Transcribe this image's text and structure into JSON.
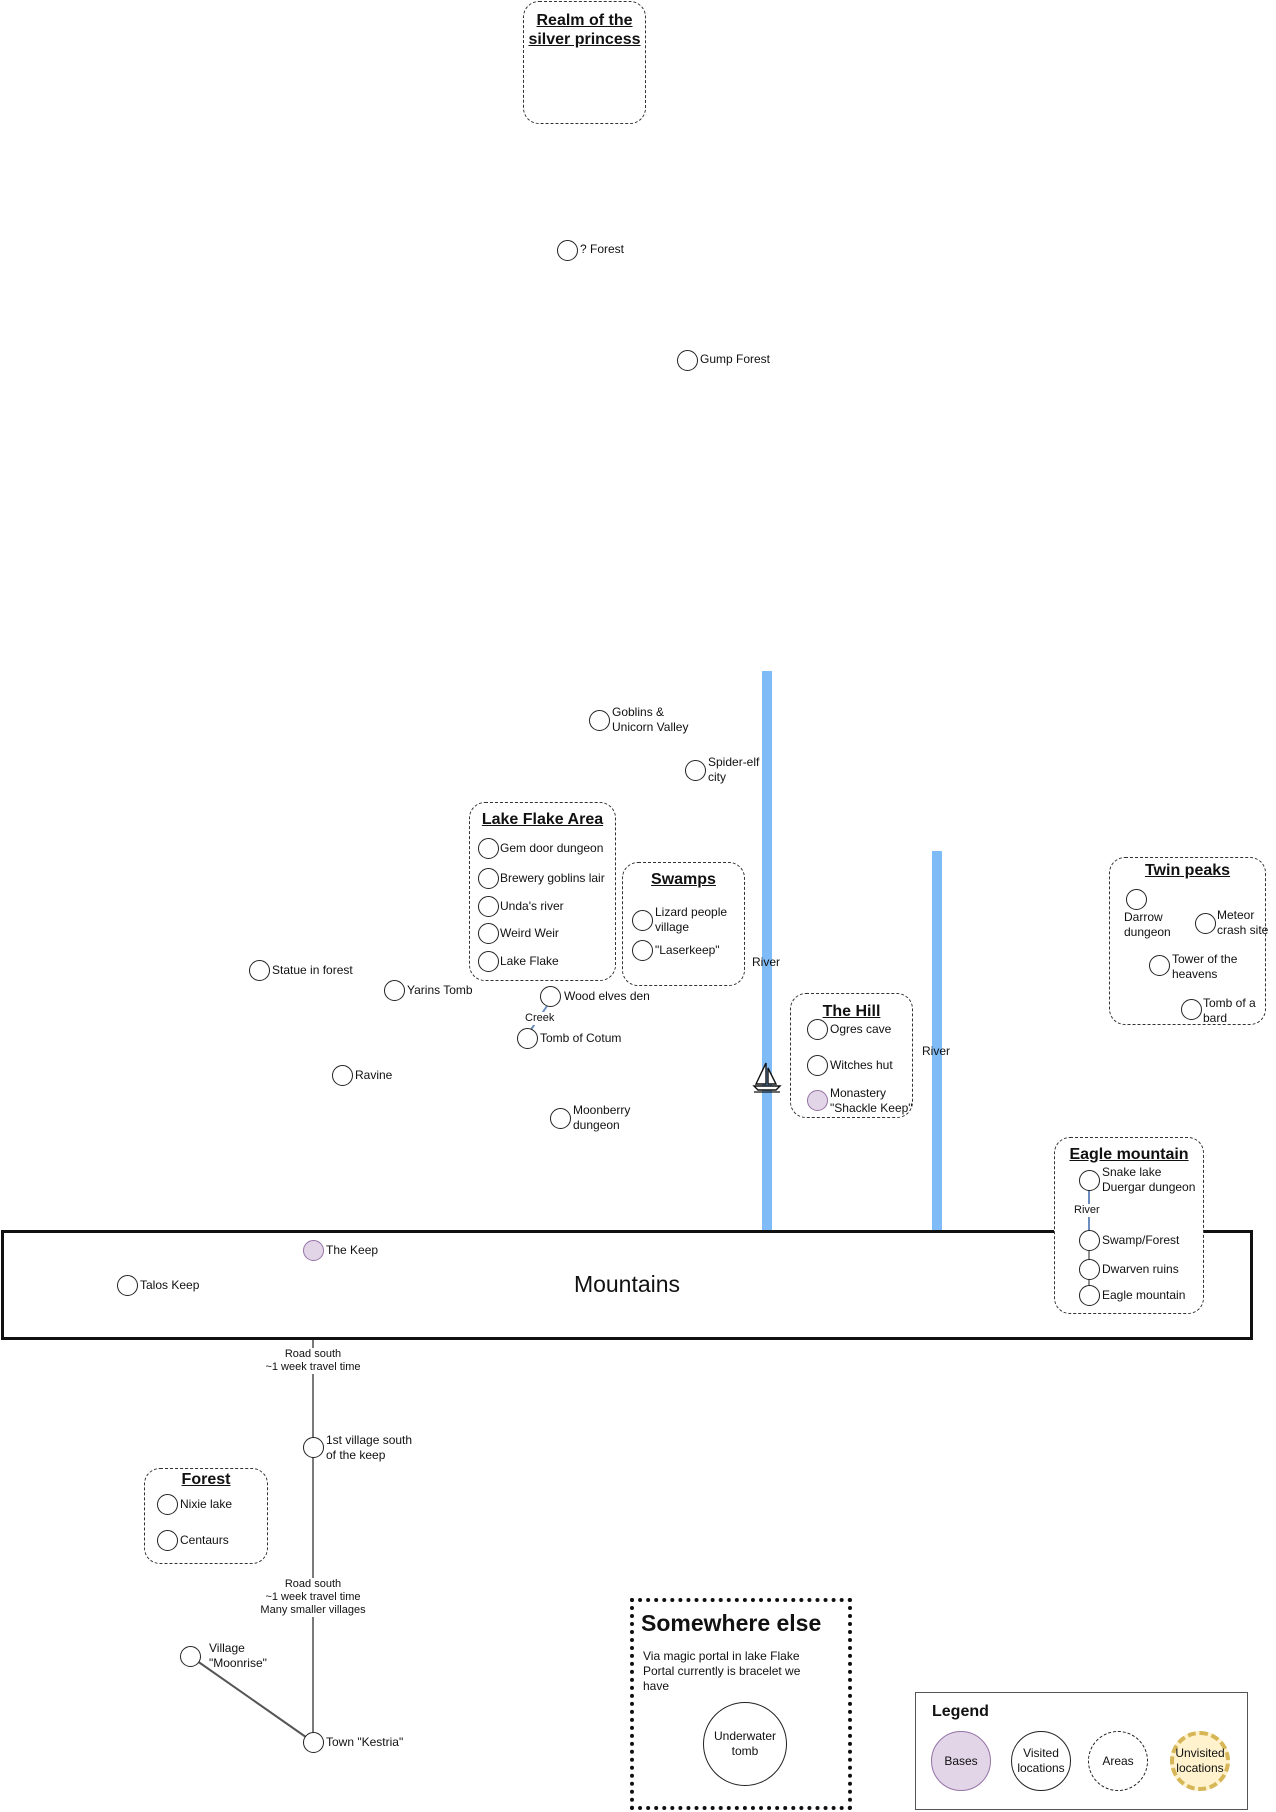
{
  "areas": {
    "realm": "Realm of the silver princess",
    "lake_flake": "Lake Flake Area",
    "swamps": "Swamps",
    "the_hill": "The Hill",
    "twin_peaks": "Twin peaks",
    "eagle_mountain": "Eagle mountain",
    "forest": "Forest"
  },
  "locations": {
    "forest_q": "? Forest",
    "gump_forest": "Gump Forest",
    "goblins": "Goblins &\nUnicorn Valley",
    "spider_elf": "Spider-elf\ncity",
    "gem_door": "Gem door dungeon",
    "brewery": "Brewery goblins lair",
    "undas_river": "Unda's river",
    "weird_weir": "Weird Weir",
    "lake_flake": "Lake Flake",
    "lizard": "Lizard people\nvillage",
    "laserkeep": "\"Laserkeep\"",
    "statue": "Statue in forest",
    "yarins": "Yarins Tomb",
    "wood_elves": "Wood elves den",
    "tomb_cotum": "Tomb of Cotum",
    "ravine": "Ravine",
    "moonberry": "Moonberry\ndungeon",
    "ogres": "Ogres cave",
    "witches": "Witches hut",
    "monastery": "Monastery\n\"Shackle Keep\"",
    "darrow": "Darrow\ndungeon",
    "meteor": "Meteor\ncrash site",
    "tower": "Tower of the\nheavens",
    "bard": "Tomb of a\nbard",
    "snake_lake": "Snake lake\nDuergar dungeon",
    "swamp_forest": "Swamp/Forest",
    "dwarven": "Dwarven ruins",
    "eagle_mt": "Eagle mountain",
    "talos": "Talos Keep",
    "the_keep": "The Keep",
    "village1": "1st village south\nof the keep",
    "nixie": "Nixie lake",
    "centaurs": "Centaurs",
    "moonrise": "Village\n\"Moonrise\"",
    "kestria": "Town \"Kestria\""
  },
  "edges": {
    "creek": "Creek",
    "river_em": "River",
    "road1": "Road south\n~1 week travel time",
    "road2": "Road south\n~1 week travel time\nMany smaller villages"
  },
  "rivers": {
    "river1": "River",
    "river2": "River"
  },
  "mountains": "Mountains",
  "elsewhere": {
    "title": "Somewhere else",
    "desc": "Via magic portal in lake Flake\nPortal currently is bracelet we\nhave",
    "location": "Underwater\ntomb"
  },
  "legend": {
    "title": "Legend",
    "bases": "Bases",
    "visited": "Visited\nlocations",
    "areas": "Areas",
    "unvisited": "Unvisited\nlocations"
  },
  "colors": {
    "river": "#7fbbf7",
    "base_fill": "#e1d5e7",
    "base_stroke": "#9673a6",
    "unvisited_fill": "#fff2cc",
    "unvisited_stroke": "#d6b656",
    "edge_blue": "#6c8ebf"
  }
}
